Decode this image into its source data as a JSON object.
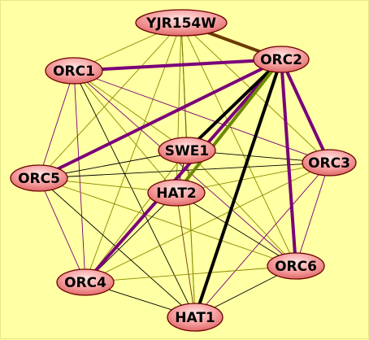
{
  "title": "",
  "colors": {
    "background": "#ffffa3",
    "node_fill_light": "#ffd6d6",
    "node_fill_dark": "#f07d7d",
    "node_stroke": "#6b0000",
    "edge_olive": "#8a8a00",
    "edge_olive_strong": "#6b8a00",
    "edge_purple": "#7a007a",
    "edge_black": "#000000",
    "edge_brown": "#6b3a00"
  },
  "nodes": [
    {
      "id": "YJR154W",
      "label": "YJR154W"
    },
    {
      "id": "ORC2",
      "label": "ORC2"
    },
    {
      "id": "ORC1",
      "label": "ORC1"
    },
    {
      "id": "SWE1",
      "label": "SWE1"
    },
    {
      "id": "ORC3",
      "label": "ORC3"
    },
    {
      "id": "ORC5",
      "label": "ORC5"
    },
    {
      "id": "HAT2",
      "label": "HAT2"
    },
    {
      "id": "ORC6",
      "label": "ORC6"
    },
    {
      "id": "ORC4",
      "label": "ORC4"
    },
    {
      "id": "HAT1",
      "label": "HAT1"
    }
  ],
  "edges": [
    {
      "source": "YJR154W",
      "target": "ORC2",
      "color": "brown",
      "weight": "thick"
    },
    {
      "source": "ORC1",
      "target": "ORC2",
      "color": "purple",
      "weight": "thick"
    },
    {
      "source": "ORC2",
      "target": "ORC5",
      "color": "purple",
      "weight": "thick"
    },
    {
      "source": "ORC2",
      "target": "ORC3",
      "color": "purple",
      "weight": "thick"
    },
    {
      "source": "ORC2",
      "target": "ORC6",
      "color": "purple",
      "weight": "thick"
    },
    {
      "source": "ORC2",
      "target": "ORC4",
      "color": "purple",
      "weight": "thick"
    },
    {
      "source": "ORC2",
      "target": "HAT1",
      "color": "black",
      "weight": "thick"
    },
    {
      "source": "ORC2",
      "target": "SWE1",
      "color": "black",
      "weight": "thick"
    },
    {
      "source": "ORC2",
      "target": "HAT2",
      "color": "olive_strong",
      "weight": "thick"
    },
    {
      "source": "YJR154W",
      "target": "ORC1",
      "color": "olive",
      "weight": "thin"
    },
    {
      "source": "YJR154W",
      "target": "SWE1",
      "color": "black",
      "weight": "thin"
    },
    {
      "source": "YJR154W",
      "target": "HAT2",
      "color": "olive",
      "weight": "thin"
    },
    {
      "source": "YJR154W",
      "target": "ORC5",
      "color": "olive",
      "weight": "thin"
    },
    {
      "source": "YJR154W",
      "target": "ORC3",
      "color": "olive",
      "weight": "thin"
    },
    {
      "source": "YJR154W",
      "target": "HAT1",
      "color": "olive",
      "weight": "thin"
    },
    {
      "source": "YJR154W",
      "target": "ORC4",
      "color": "olive",
      "weight": "thin"
    },
    {
      "source": "YJR154W",
      "target": "ORC6",
      "color": "olive",
      "weight": "thin"
    },
    {
      "source": "ORC1",
      "target": "SWE1",
      "color": "olive",
      "weight": "thin"
    },
    {
      "source": "ORC1",
      "target": "ORC3",
      "color": "purple",
      "weight": "thin"
    },
    {
      "source": "ORC1",
      "target": "ORC5",
      "color": "purple",
      "weight": "thin"
    },
    {
      "source": "ORC1",
      "target": "HAT2",
      "color": "olive",
      "weight": "thin"
    },
    {
      "source": "ORC1",
      "target": "ORC4",
      "color": "purple",
      "weight": "thin"
    },
    {
      "source": "ORC1",
      "target": "ORC6",
      "color": "purple",
      "weight": "thin"
    },
    {
      "source": "ORC1",
      "target": "HAT1",
      "color": "black",
      "weight": "thin"
    },
    {
      "source": "ORC2",
      "target": "ORC4",
      "color": "olive",
      "weight": "thin"
    },
    {
      "source": "SWE1",
      "target": "ORC5",
      "color": "black",
      "weight": "thin"
    },
    {
      "source": "SWE1",
      "target": "ORC3",
      "color": "black",
      "weight": "thin"
    },
    {
      "source": "SWE1",
      "target": "HAT2",
      "color": "black",
      "weight": "thin"
    },
    {
      "source": "SWE1",
      "target": "ORC4",
      "color": "olive",
      "weight": "thin"
    },
    {
      "source": "SWE1",
      "target": "ORC6",
      "color": "olive",
      "weight": "thin"
    },
    {
      "source": "SWE1",
      "target": "HAT1",
      "color": "olive",
      "weight": "thin"
    },
    {
      "source": "ORC3",
      "target": "ORC5",
      "color": "black",
      "weight": "thin"
    },
    {
      "source": "ORC3",
      "target": "HAT2",
      "color": "olive",
      "weight": "thin"
    },
    {
      "source": "ORC3",
      "target": "ORC4",
      "color": "olive",
      "weight": "thin"
    },
    {
      "source": "ORC3",
      "target": "ORC6",
      "color": "purple",
      "weight": "thin"
    },
    {
      "source": "ORC3",
      "target": "HAT1",
      "color": "purple",
      "weight": "thin"
    },
    {
      "source": "ORC5",
      "target": "HAT2",
      "color": "olive",
      "weight": "thin"
    },
    {
      "source": "ORC5",
      "target": "ORC4",
      "color": "purple",
      "weight": "thin"
    },
    {
      "source": "ORC5",
      "target": "ORC6",
      "color": "olive",
      "weight": "thin"
    },
    {
      "source": "ORC5",
      "target": "HAT1",
      "color": "black",
      "weight": "thin"
    },
    {
      "source": "HAT2",
      "target": "ORC4",
      "color": "black",
      "weight": "thin"
    },
    {
      "source": "HAT2",
      "target": "ORC6",
      "color": "black",
      "weight": "thin"
    },
    {
      "source": "HAT2",
      "target": "HAT1",
      "color": "brown",
      "weight": "thin"
    },
    {
      "source": "ORC6",
      "target": "ORC4",
      "color": "olive",
      "weight": "thin"
    },
    {
      "source": "ORC6",
      "target": "HAT1",
      "color": "black",
      "weight": "thin"
    },
    {
      "source": "ORC4",
      "target": "HAT1",
      "color": "black",
      "weight": "thin"
    }
  ]
}
